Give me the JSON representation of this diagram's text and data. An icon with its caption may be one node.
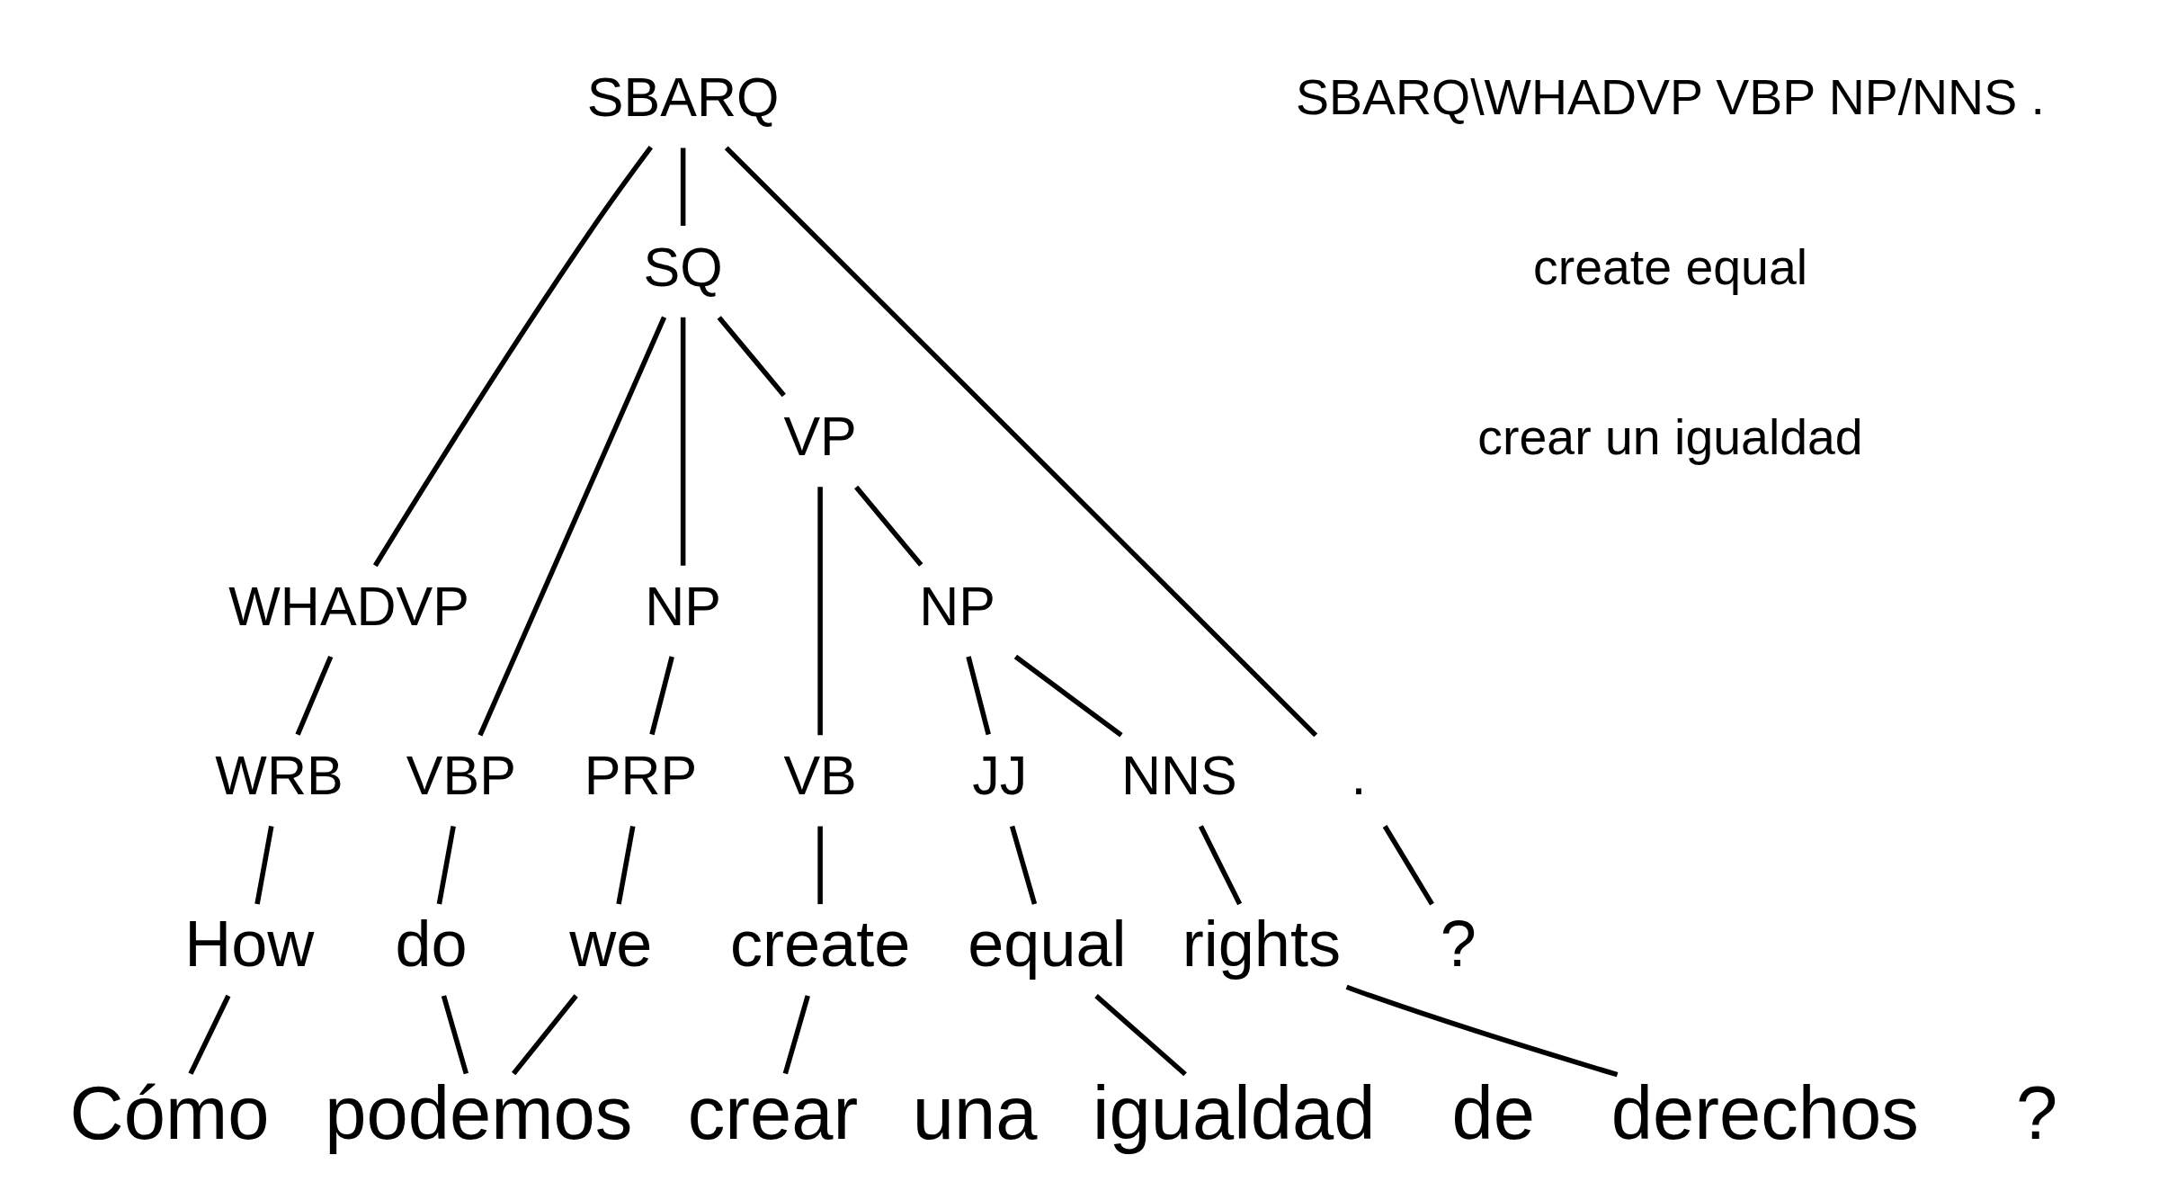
{
  "diagram": {
    "nodes": [
      {
        "text": [
          "SBARQ"
        ]
      },
      {
        "text": [
          "SQ"
        ]
      },
      {
        "text": [
          "VP"
        ]
      },
      {
        "text": [
          "WHADVP"
        ]
      },
      {
        "text": [
          "NP"
        ]
      },
      {
        "text": [
          "NP"
        ]
      },
      {
        "text": [
          "WRB"
        ]
      },
      {
        "text": [
          "VBP"
        ]
      },
      {
        "text": [
          "PRP"
        ]
      },
      {
        "text": [
          "VB"
        ]
      },
      {
        "text": [
          "JJ"
        ]
      },
      {
        "text": [
          "NNS"
        ]
      },
      {
        "text": [
          "."
        ]
      },
      {
        "text": [
          "How"
        ]
      },
      {
        "text": [
          "do"
        ]
      },
      {
        "text": [
          "we"
        ]
      },
      {
        "text": [
          "create"
        ]
      },
      {
        "text": [
          "equal"
        ]
      },
      {
        "text": [
          "rights"
        ]
      },
      {
        "text": [
          "?"
        ]
      },
      {
        "text": [
          "Cómo"
        ]
      },
      {
        "text": [
          "podemos"
        ]
      },
      {
        "text": [
          "crear"
        ]
      },
      {
        "text": [
          "una"
        ]
      },
      {
        "text": [
          "igualdad"
        ]
      },
      {
        "text": [
          "de"
        ]
      },
      {
        "text": [
          "derechos"
        ]
      },
      {
        "text": [
          "?"
        ]
      }
    ],
    "edges": [
      {
        "from": 0,
        "to": 3,
        "arrow": "none"
      },
      {
        "from": 0,
        "to": 1,
        "arrow": "none"
      },
      {
        "from": 0,
        "to": 12,
        "arrow": "none"
      },
      {
        "from": 1,
        "to": 7,
        "arrow": "none"
      },
      {
        "from": 1,
        "to": 4,
        "arrow": "none"
      },
      {
        "from": 1,
        "to": 2,
        "arrow": "none"
      },
      {
        "from": 2,
        "to": 9,
        "arrow": "none"
      },
      {
        "from": 2,
        "to": 5,
        "arrow": "none"
      },
      {
        "from": 5,
        "to": 10,
        "arrow": "none"
      },
      {
        "from": 5,
        "to": 11,
        "arrow": "none"
      },
      {
        "from": 3,
        "to": 6,
        "arrow": "none"
      },
      {
        "from": 4,
        "to": 8,
        "arrow": "none"
      },
      {
        "from": 6,
        "to": 13,
        "arrow": "none"
      },
      {
        "from": 7,
        "to": 14,
        "arrow": "none"
      },
      {
        "from": 8,
        "to": 15,
        "arrow": "none"
      },
      {
        "from": 9,
        "to": 16,
        "arrow": "none"
      },
      {
        "from": 10,
        "to": 17,
        "arrow": "none"
      },
      {
        "from": 11,
        "to": 18,
        "arrow": "none"
      },
      {
        "from": 12,
        "to": 19,
        "arrow": "none"
      },
      {
        "from": 13,
        "to": 20,
        "arrow": "none"
      },
      {
        "from": 14,
        "to": 21,
        "arrow": "none"
      },
      {
        "from": 15,
        "to": 21,
        "arrow": "none"
      },
      {
        "from": 16,
        "to": 22,
        "arrow": "none"
      },
      {
        "from": 17,
        "to": 24,
        "arrow": "none"
      },
      {
        "from": 18,
        "to": 26,
        "arrow": "none"
      }
    ],
    "labels": [
      "SBARQ\\WHADVP VBP NP/NNS .",
      "create equal",
      "crear un igualdad"
    ]
  }
}
